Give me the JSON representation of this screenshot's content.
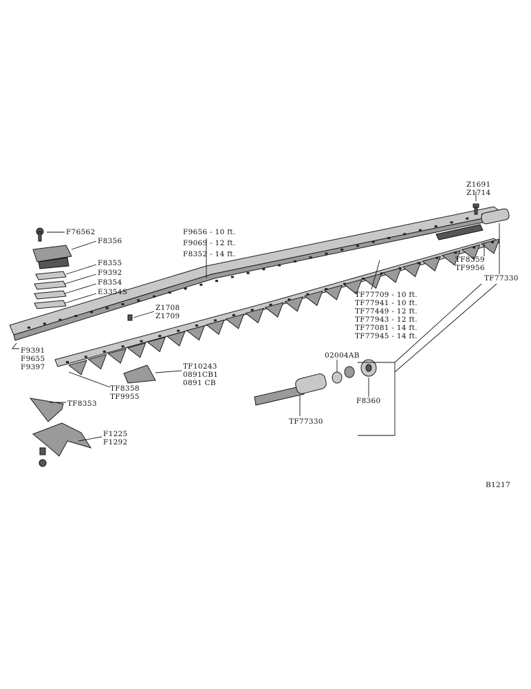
{
  "labels": {
    "z1691": "Z1691",
    "z1714": "Z1714",
    "f76562": "F76562",
    "f8356": "F8356",
    "f9656": "F9656 - 10 ft.",
    "f9069": "F9069 - 12 ft.",
    "f8352": "F8352 - 14 ft.",
    "f8355": "F8355",
    "f9392": "F9392",
    "f8354": "F8354",
    "e3354s": "E3354S",
    "tf8359": "TF8359",
    "tf9956": "TF9956",
    "tf77330_top": "TF77330",
    "z1708": "Z1708",
    "z1709": "Z1709",
    "tf77709": "TF77709 - 10 ft.",
    "tf77941": "TF77941 - 10 ft.",
    "tf77449": "TF77449 - 12 ft.",
    "tf77943": "TF77943 - 12 ft.",
    "tf77081": "TF77081 - 14 ft.",
    "tf77945": "TF77945 - 14 ft.",
    "f9391": "F9391",
    "f9655": "F9655",
    "f9397": "F9397",
    "o2004ab": "02004AB",
    "tf10243": "TF10243",
    "o891cb1": "0891CB1",
    "o891cb": "0891 CB",
    "tf8358": "TF8358",
    "tf9955": "TF9955",
    "f8360": "F8360",
    "tf8353": "TF8353",
    "tf77330_bottom": "TF77330",
    "f1225": "F1225",
    "f1292": "F1292",
    "b1217": "B1217"
  }
}
